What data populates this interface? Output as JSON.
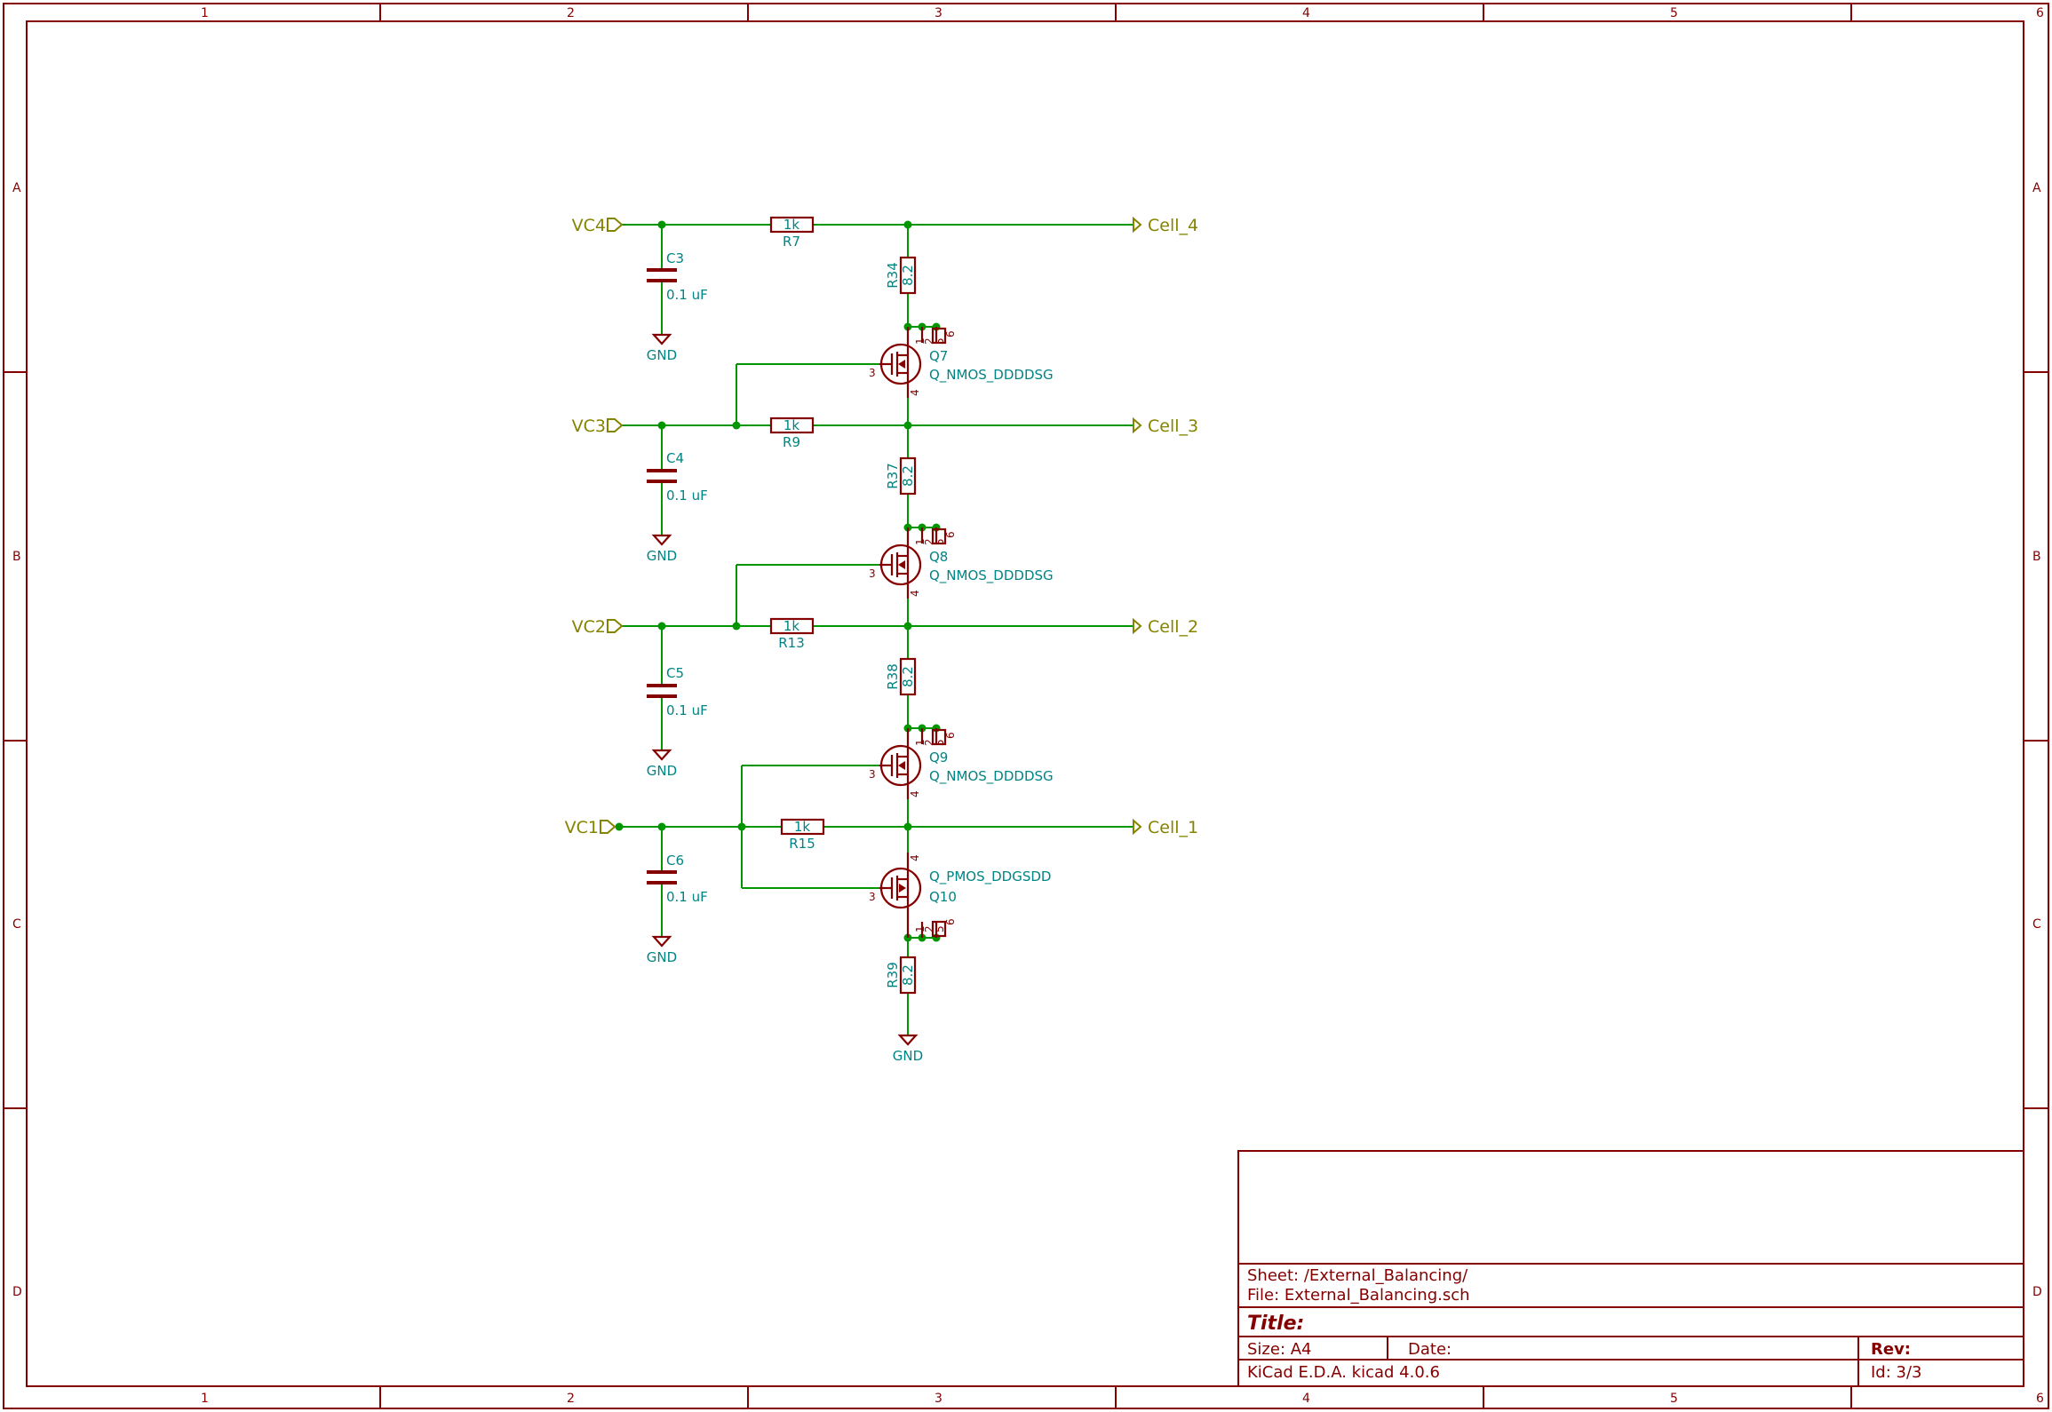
{
  "border": {
    "columns": [
      "1",
      "2",
      "3",
      "4",
      "5",
      "6"
    ],
    "rows": [
      "A",
      "B",
      "C",
      "D"
    ]
  },
  "schematic": {
    "inputs": [
      "VC4",
      "VC3",
      "VC2",
      "VC1"
    ],
    "outputs": [
      "Cell_4",
      "Cell_3",
      "Cell_2",
      "Cell_1"
    ],
    "series_resistors": [
      {
        "ref": "R7",
        "value": "1k"
      },
      {
        "ref": "R9",
        "value": "1k"
      },
      {
        "ref": "R13",
        "value": "1k"
      },
      {
        "ref": "R15",
        "value": "1k"
      }
    ],
    "capacitors": [
      {
        "ref": "C3",
        "value": "0.1 uF",
        "gnd": "GND"
      },
      {
        "ref": "C4",
        "value": "0.1 uF",
        "gnd": "GND"
      },
      {
        "ref": "C5",
        "value": "0.1 uF",
        "gnd": "GND"
      },
      {
        "ref": "C6",
        "value": "0.1 uF",
        "gnd": "GND"
      }
    ],
    "bleed_resistors": [
      {
        "ref": "R34",
        "value": "8.2"
      },
      {
        "ref": "R37",
        "value": "8.2"
      },
      {
        "ref": "R38",
        "value": "8.2"
      },
      {
        "ref": "R39",
        "value": "8.2"
      }
    ],
    "transistors": [
      {
        "ref": "Q7",
        "value": "Q_NMOS_DDDDSG"
      },
      {
        "ref": "Q8",
        "value": "Q_NMOS_DDDDSG"
      },
      {
        "ref": "Q9",
        "value": "Q_NMOS_DDDDSG"
      },
      {
        "ref": "Q10",
        "value": "Q_PMOS_DDGSDD"
      }
    ],
    "pins": {
      "p1": "1",
      "p2": "2",
      "p5": "5",
      "p6": "6",
      "gate": "3",
      "src": "4"
    },
    "bottom_gnd": "GND"
  },
  "title_block": {
    "sheet": "Sheet: /External_Balancing/",
    "file": "File: External_Balancing.sch",
    "title": "Title:",
    "size": "Size: A4",
    "date": "Date:",
    "rev": "Rev:",
    "tool": "KiCad E.D.A.  kicad 4.0.6",
    "id": "Id: 3/3"
  },
  "colors": {
    "frame": "#840000",
    "wire": "#009600",
    "label": "#848400",
    "ref": "#008484"
  }
}
